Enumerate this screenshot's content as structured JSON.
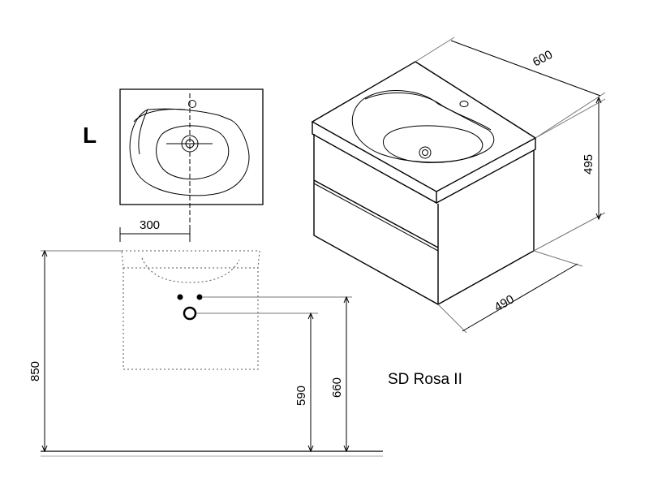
{
  "plan_view": {
    "side_label": "L",
    "width_300": "300"
  },
  "elevation": {
    "height_850": "850",
    "height_590": "590",
    "height_660": "660"
  },
  "cabinet_3d": {
    "width_600": "600",
    "height_495": "495",
    "depth_490": "490"
  },
  "product_name": "SD Rosa II"
}
